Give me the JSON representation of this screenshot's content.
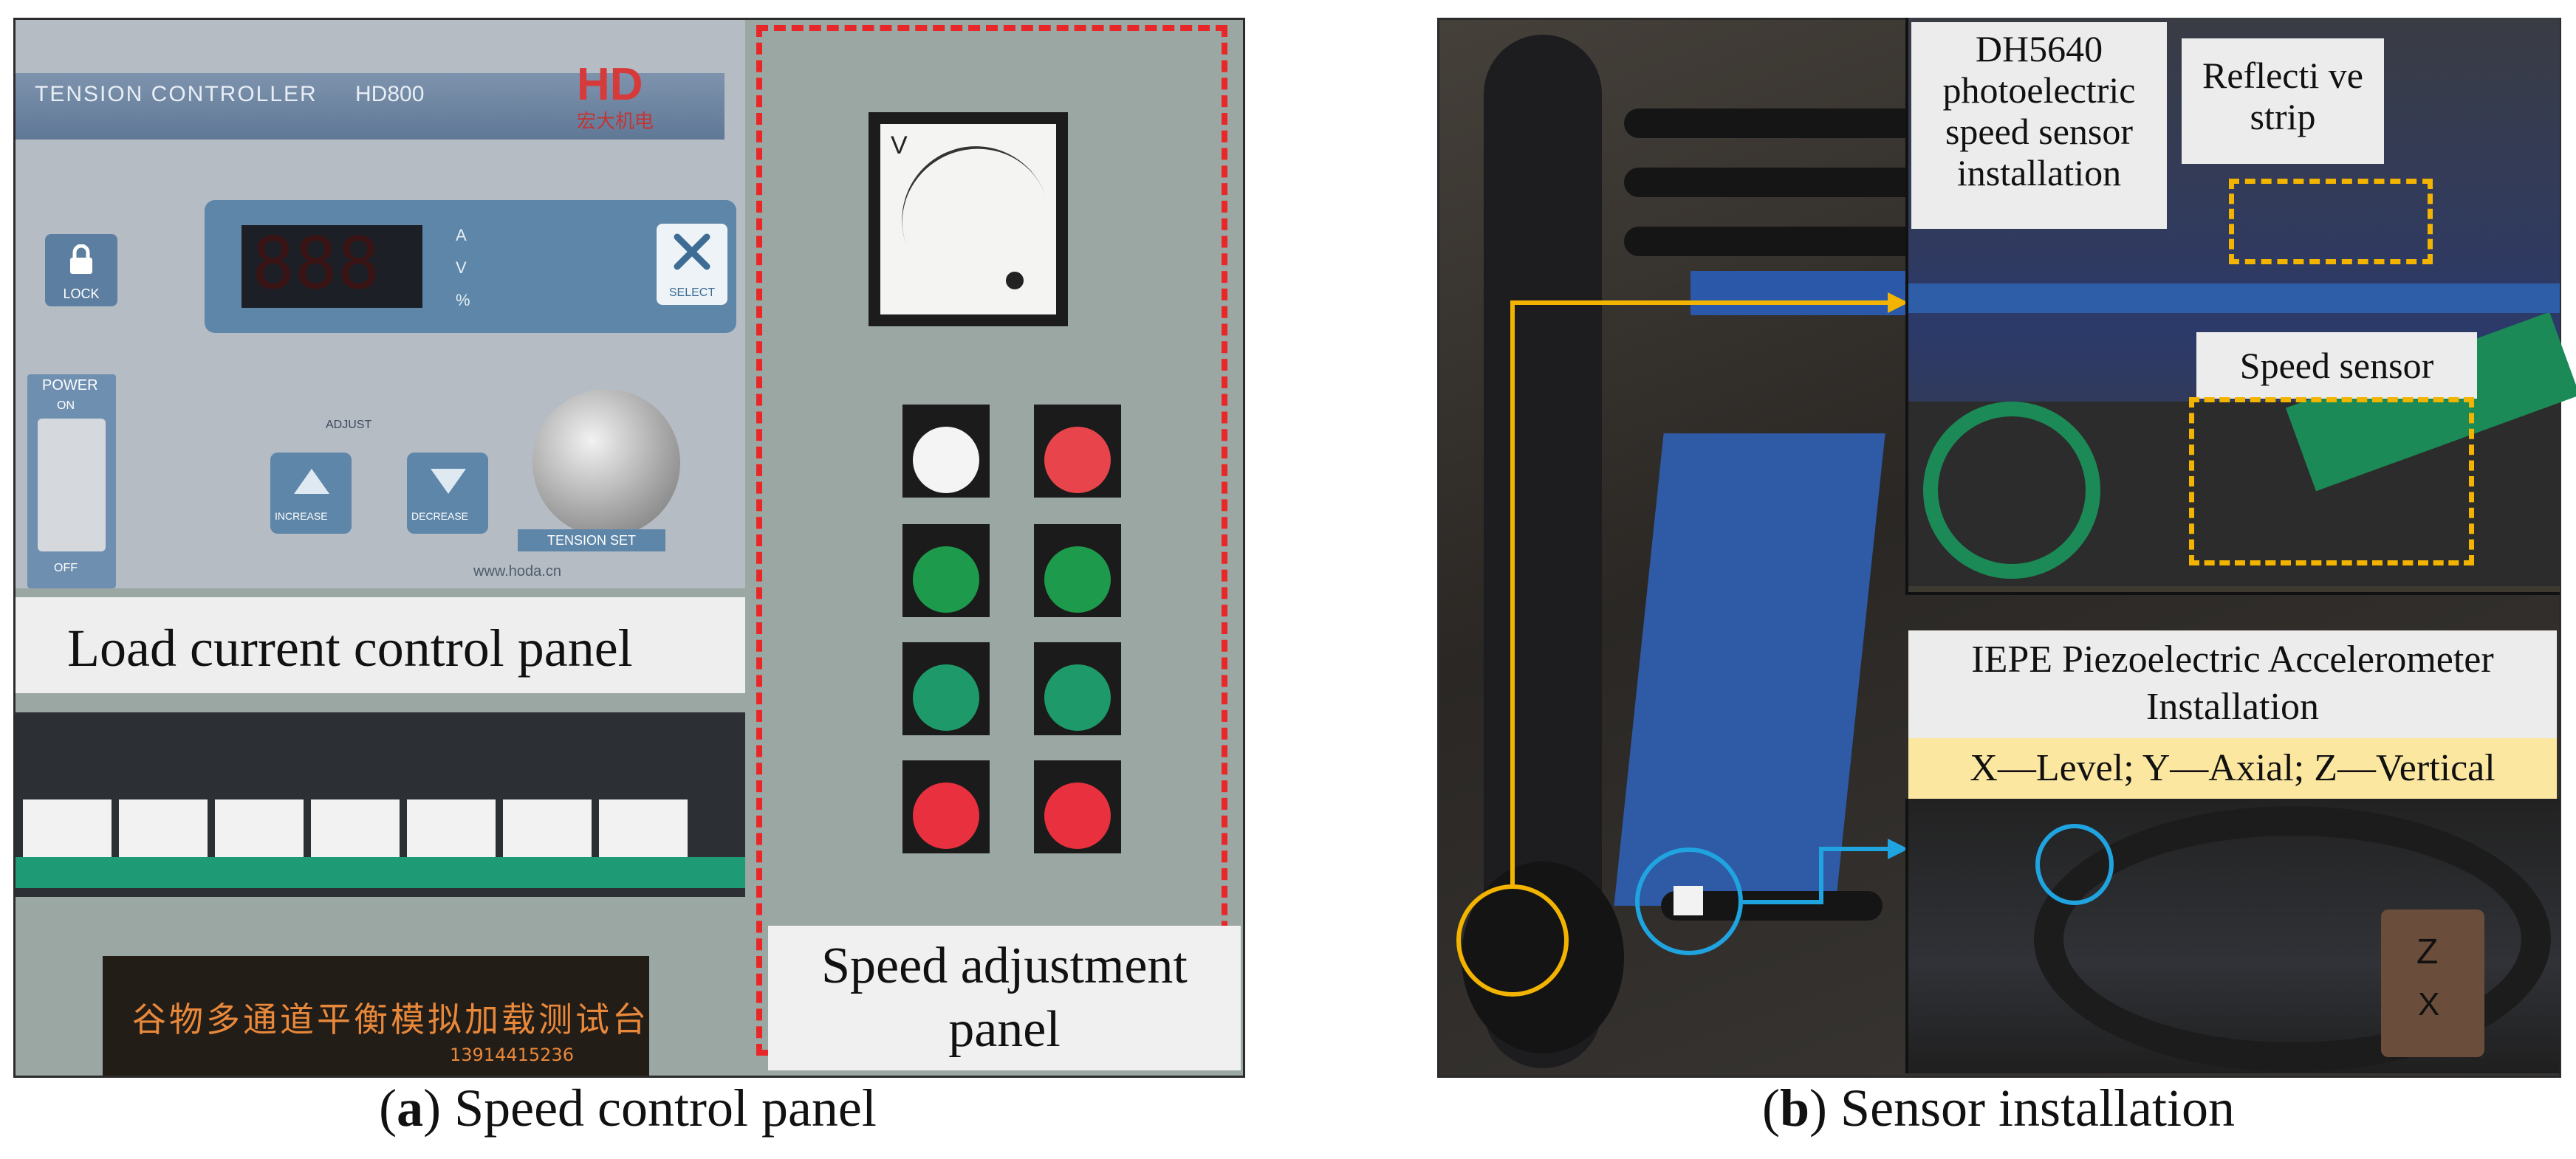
{
  "panel_a": {
    "caption_letter": "a",
    "caption_text": "Speed control panel",
    "controller_title": "TENSION CONTROLLER",
    "controller_model": "HD800",
    "brand_logo": "HD",
    "brand_name": "宏大机电",
    "lock_label": "LOCK",
    "power_label": "POWER",
    "power_on": "ON",
    "power_off": "OFF",
    "adjust_label": "ADJUST",
    "increase_label": "INCREASE",
    "decrease_label": "DECREASE",
    "select_label": "SELECT",
    "tension_label": "TENSION SET",
    "modes": [
      "A",
      "V",
      "%"
    ],
    "display_value": "888",
    "website": "www.hoda.cn",
    "load_panel_label": "Load current control panel",
    "speed_panel_label": "Speed adjustment panel",
    "plate_text": "谷物多通道平衡模拟加载测试台",
    "plate_phone": "13914415236"
  },
  "panel_b": {
    "caption_letter": "b",
    "caption_text": "Sensor installation",
    "photo_sensor_label": "DH5640 photoelectric speed sensor installation",
    "reflective_label": "Reflecti ve strip",
    "speed_sensor_label": "Speed sensor",
    "accel_label": "IEPE Piezoelectric Accelerometer Installation",
    "axes_label": "X—Level; Y—Axial; Z—Vertical",
    "sensor_marks": [
      "Z",
      "X"
    ]
  },
  "colors": {
    "red_dash": "#e82828",
    "yellow_callout": "#f2b400",
    "blue_callout": "#1fa4e0",
    "axes_bar": "#fce7a0",
    "label_bg": "#ececec"
  }
}
